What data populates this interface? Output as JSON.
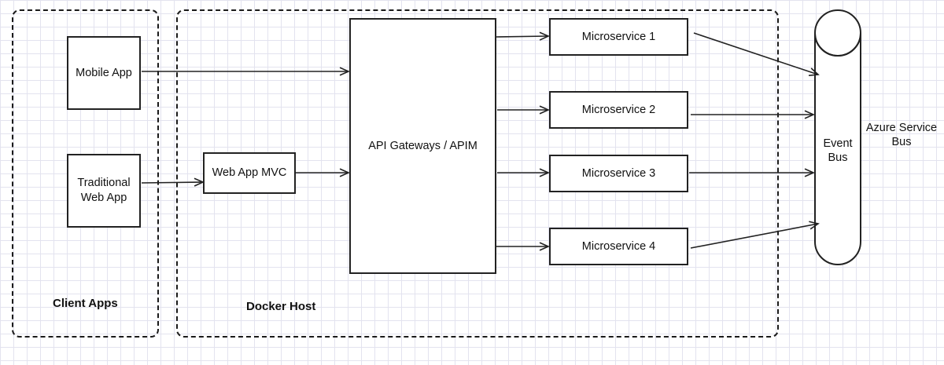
{
  "groups": {
    "client_apps": {
      "label": "Client Apps"
    },
    "docker_host": {
      "label": "Docker Host"
    }
  },
  "nodes": {
    "mobile_app": "Mobile App",
    "traditional_web_app": "Traditional\nWeb App",
    "web_app_mvc": "Web App MVC",
    "api_gateway": "API Gateways / APIM",
    "microservice_1": "Microservice 1",
    "microservice_2": "Microservice 2",
    "microservice_3": "Microservice 3",
    "microservice_4": "Microservice 4",
    "event_bus": "Event\nBus"
  },
  "labels": {
    "azure_service_bus": "Azure Service\nBus"
  },
  "edges": [
    {
      "from": "mobile_app",
      "to": "api_gateway"
    },
    {
      "from": "traditional_web_app",
      "to": "web_app_mvc"
    },
    {
      "from": "web_app_mvc",
      "to": "api_gateway"
    },
    {
      "from": "api_gateway",
      "to": "microservice_1"
    },
    {
      "from": "api_gateway",
      "to": "microservice_2"
    },
    {
      "from": "api_gateway",
      "to": "microservice_3"
    },
    {
      "from": "api_gateway",
      "to": "microservice_4"
    },
    {
      "from": "microservice_1",
      "to": "event_bus"
    },
    {
      "from": "microservice_2",
      "to": "event_bus"
    },
    {
      "from": "microservice_3",
      "to": "event_bus"
    },
    {
      "from": "microservice_4",
      "to": "event_bus"
    }
  ]
}
